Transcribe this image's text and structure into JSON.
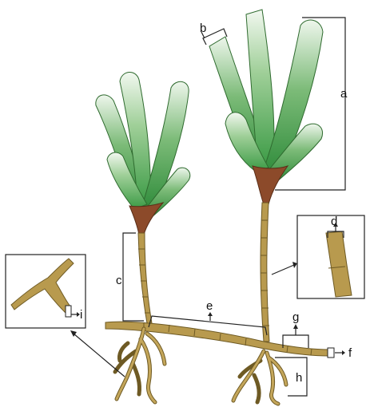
{
  "labels": {
    "a": "a",
    "b": "b",
    "c": "c",
    "d": "d",
    "e": "e",
    "f": "f",
    "g": "g",
    "h": "h",
    "i": "i"
  },
  "colors": {
    "leaf_dark": "#2e8b3a",
    "leaf_light": "#e9f3e6",
    "sheath": "#8c4a2a",
    "stem": "#b89a4e",
    "outline": "#222222"
  }
}
